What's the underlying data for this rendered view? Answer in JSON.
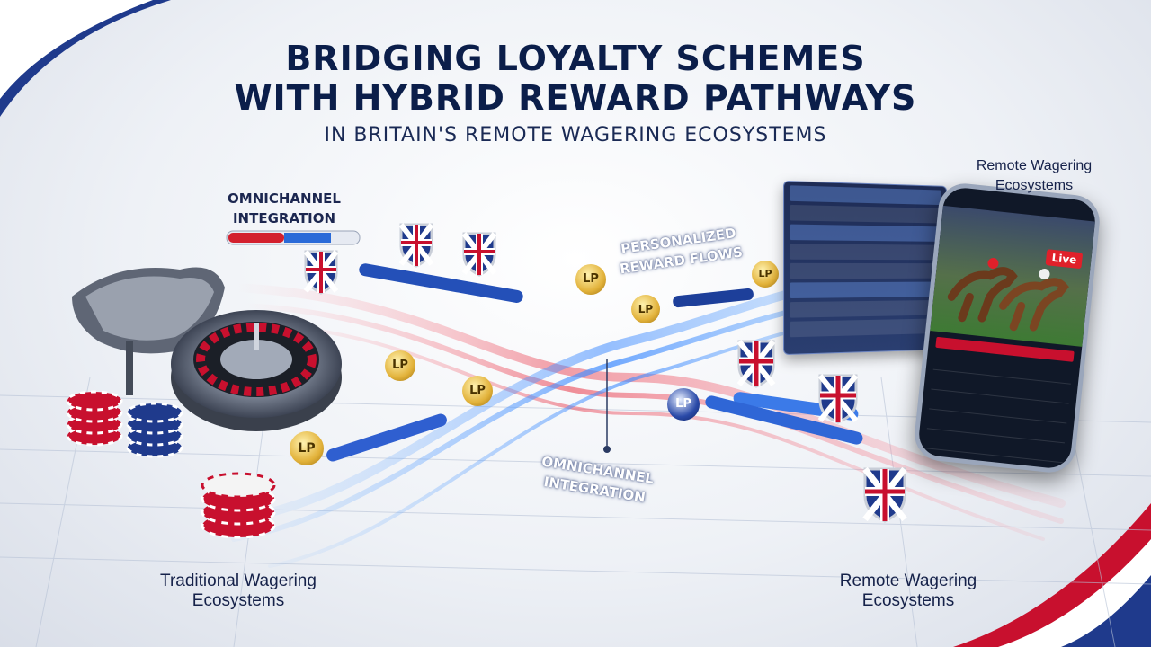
{
  "header": {
    "title_line1": "BRIDGING LOYALTY SCHEMES",
    "title_line2": "WITH HYBRID REWARD PATHWAYS",
    "subtitle": "IN BRITAIN'S REMOTE WAGERING ECOSYSTEMS"
  },
  "labels": {
    "omnichannel_top": "OMNICHANNEL INTEGRATION",
    "personalized": "PERSONALIZED REWARD FLOWS",
    "omnichannel_mid": "OMNICHANNEL INTEGRATION",
    "remote_top": "Remote Wagering Ecosystems",
    "traditional": "Traditional Wagering Ecosystems",
    "remote_bottom": "Remote Wagering Ecosystems"
  },
  "coin_label": "LP",
  "phone": {
    "live_badge": "Live"
  },
  "colors": {
    "navy": "#0b1e4a",
    "red": "#d3202e",
    "blue": "#2a6ad8",
    "gold": "#d9a520"
  },
  "icons": [
    "saddle-icon",
    "roulette-wheel-icon",
    "poker-chip-icon",
    "union-jack-shield-icon",
    "lp-coin-icon",
    "smartphone-icon",
    "betting-panel-icon"
  ]
}
